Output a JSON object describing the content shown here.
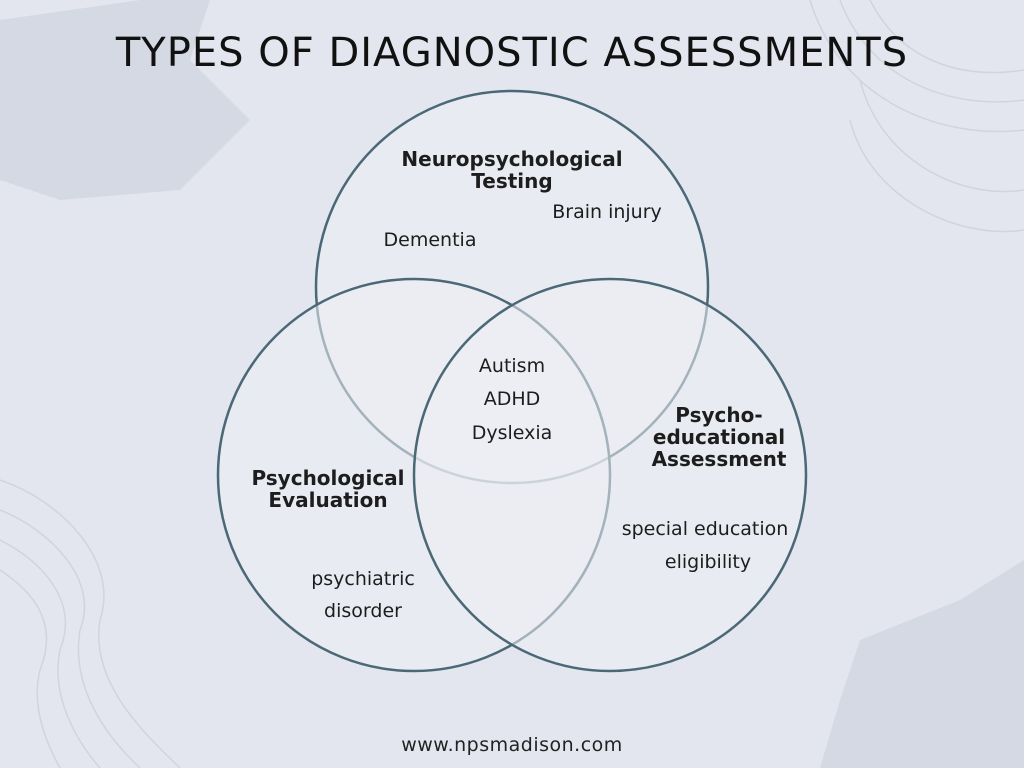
{
  "title": "TYPES OF DIAGNOSTIC ASSESSMENTS",
  "circles": {
    "neuro": {
      "label_line1": "Neuropsychological",
      "label_line2": "Testing",
      "items": [
        "Brain injury",
        "Dementia"
      ]
    },
    "psych": {
      "label_line1": "Psychological",
      "label_line2": "Evaluation",
      "items": [
        "psychiatric",
        "disorder"
      ]
    },
    "edu": {
      "label_line1": "Psycho-",
      "label_line2": "educational",
      "label_line3": "Assessment",
      "items": [
        "special education",
        "eligibility"
      ]
    }
  },
  "center_items": [
    "Autism",
    "ADHD",
    "Dyslexia"
  ],
  "footer": "www.npsmadison.com",
  "colors": {
    "background": "#e3e6ee",
    "circle_fill": "#eceef4",
    "circle_stroke": "#4b6877",
    "text": "#1d1d1d"
  }
}
